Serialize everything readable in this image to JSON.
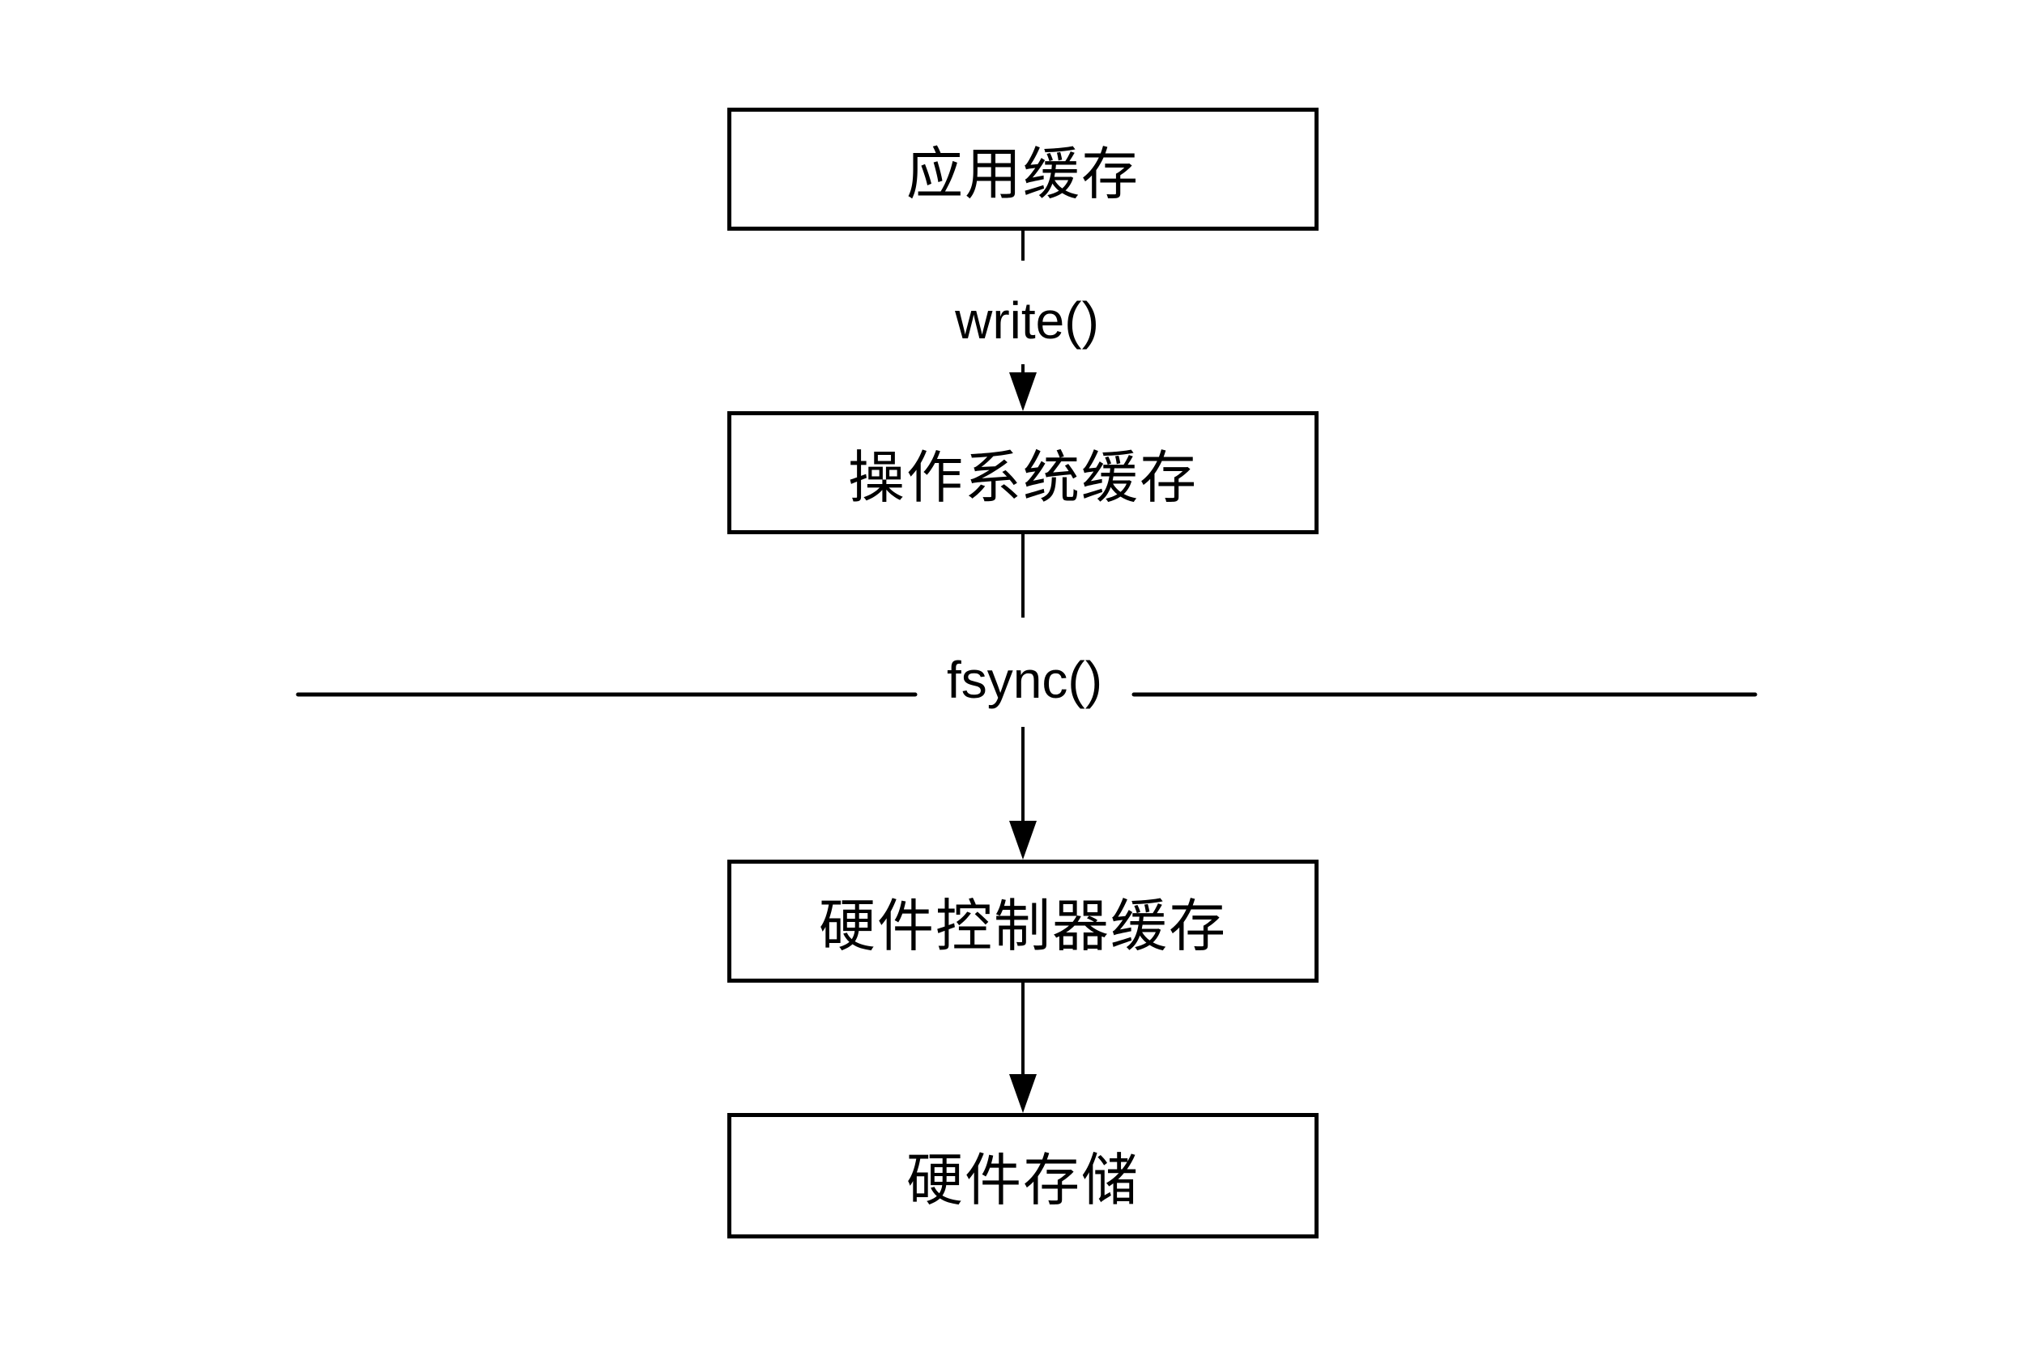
{
  "diagram": {
    "background_color": "#ffffff",
    "stroke_color": "#000000",
    "nodes": [
      {
        "id": "app-cache",
        "label": "应用缓存"
      },
      {
        "id": "os-cache",
        "label": "操作系统缓存"
      },
      {
        "id": "hw-controller-cache",
        "label": "硬件控制器缓存"
      },
      {
        "id": "hw-storage",
        "label": "硬件存储"
      }
    ],
    "edges": [
      {
        "from": "app-cache",
        "to": "os-cache",
        "label": "write()"
      },
      {
        "from": "os-cache",
        "to": "hw-controller-cache",
        "label": "fsync()"
      },
      {
        "from": "hw-controller-cache",
        "to": "hw-storage",
        "label": ""
      }
    ]
  }
}
